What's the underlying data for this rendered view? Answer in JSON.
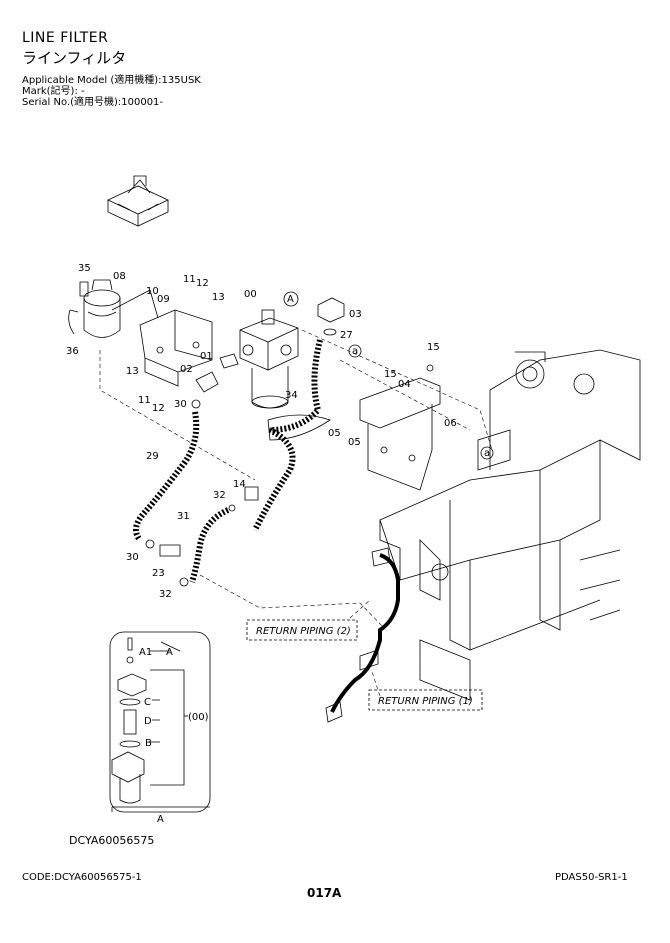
{
  "header": {
    "title_en": "LINE FILTER",
    "title_jp": "ラインフィルタ",
    "applicable_model": "Applicable Model (適用機種):135USK",
    "mark": "Mark(記号): -",
    "serial": "Serial No.(適用号機):100001-"
  },
  "callouts": {
    "c35": "35",
    "c08": "08",
    "c10": "10",
    "c09": "09",
    "c11a": "11",
    "c12a": "12",
    "c13a": "13",
    "c00": "00",
    "cA": "A",
    "c03": "03",
    "c27": "27",
    "ca1": "a",
    "c36": "36",
    "c13b": "13",
    "c01": "01",
    "c02": "02",
    "c11b": "11",
    "c12b": "12",
    "c30a": "30",
    "c34": "34",
    "c15a": "15",
    "c15b": "15",
    "c04": "04",
    "c05a": "05",
    "c05b": "05",
    "c06": "06",
    "ca2": "a",
    "c29": "29",
    "c14": "14",
    "c32a": "32",
    "c31": "31",
    "c30b": "30",
    "c23": "23",
    "c32b": "32"
  },
  "return_piping": {
    "label2": "RETURN PIPING (2)",
    "label1": "RETURN PIPING (1)"
  },
  "exploded": {
    "a1": "A1",
    "a": "A",
    "c": "C",
    "d": "D",
    "b": "B",
    "assy": "(00)",
    "bottom_a": "A"
  },
  "drawing_code": "DCYA60056575",
  "footer": {
    "code": "CODE:DCYA60056575-1",
    "page": "017A",
    "ref": "PDAS50-SR1-1"
  }
}
